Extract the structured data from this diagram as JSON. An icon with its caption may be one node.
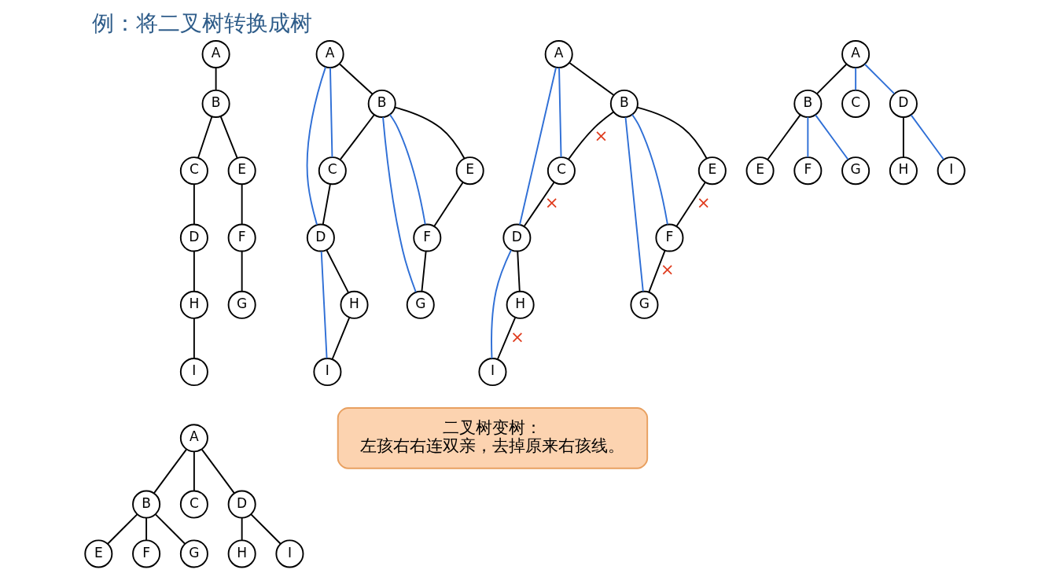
{
  "diagram": {
    "title": "例：将二叉树转换成树",
    "nodes": [
      {
        "text": [
          "A"
        ]
      },
      {
        "text": [
          "B"
        ]
      },
      {
        "text": [
          "C"
        ]
      },
      {
        "text": [
          "D"
        ]
      },
      {
        "text": [
          "E"
        ]
      },
      {
        "text": [
          "F"
        ]
      },
      {
        "text": [
          "G"
        ]
      },
      {
        "text": [
          "H"
        ]
      },
      {
        "text": [
          "I"
        ]
      },
      {
        "text": [
          "A"
        ]
      },
      {
        "text": [
          "B"
        ]
      },
      {
        "text": [
          "C"
        ]
      },
      {
        "text": [
          "D"
        ]
      },
      {
        "text": [
          "E"
        ]
      },
      {
        "text": [
          "F"
        ]
      },
      {
        "text": [
          "G"
        ]
      },
      {
        "text": [
          "H"
        ]
      },
      {
        "text": [
          "I"
        ]
      },
      {
        "text": [
          "A"
        ]
      },
      {
        "text": [
          "B"
        ]
      },
      {
        "text": [
          "C"
        ]
      },
      {
        "text": [
          "D"
        ]
      },
      {
        "text": [
          "E"
        ]
      },
      {
        "text": [
          "F"
        ]
      },
      {
        "text": [
          "G"
        ]
      },
      {
        "text": [
          "H"
        ]
      },
      {
        "text": [
          "I"
        ]
      },
      {
        "text": [
          "A"
        ]
      },
      {
        "text": [
          "B"
        ]
      },
      {
        "text": [
          "C"
        ]
      },
      {
        "text": [
          "D"
        ]
      },
      {
        "text": [
          "E"
        ]
      },
      {
        "text": [
          "F"
        ]
      },
      {
        "text": [
          "G"
        ]
      },
      {
        "text": [
          "H"
        ]
      },
      {
        "text": [
          "I"
        ]
      },
      {
        "text": [
          "A"
        ]
      },
      {
        "text": [
          "B"
        ]
      },
      {
        "text": [
          "C"
        ]
      },
      {
        "text": [
          "D"
        ]
      },
      {
        "text": [
          "E"
        ]
      },
      {
        "text": [
          "F"
        ]
      },
      {
        "text": [
          "G"
        ]
      },
      {
        "text": [
          "H"
        ]
      },
      {
        "text": [
          "I"
        ]
      },
      {
        "text": [
          "二叉树变树：",
          "左孩右右连双亲，去掉原来右孩线。"
        ]
      }
    ],
    "edges": [
      {
        "from": 0,
        "to": 1,
        "arrow": "none"
      },
      {
        "from": 1,
        "to": 4,
        "arrow": "none"
      },
      {
        "from": 1,
        "to": 2,
        "arrow": "none"
      },
      {
        "from": 4,
        "to": 5,
        "arrow": "none"
      },
      {
        "from": 5,
        "to": 6,
        "arrow": "none"
      },
      {
        "from": 2,
        "to": 3,
        "arrow": "none"
      },
      {
        "from": 3,
        "to": 7,
        "arrow": "none"
      },
      {
        "from": 7,
        "to": 8,
        "arrow": "none"
      },
      {
        "from": 9,
        "to": 10,
        "arrow": "none"
      },
      {
        "from": 10,
        "to": 13,
        "arrow": "none"
      },
      {
        "from": 10,
        "to": 11,
        "arrow": "none"
      },
      {
        "from": 13,
        "to": 14,
        "arrow": "none"
      },
      {
        "from": 14,
        "to": 15,
        "arrow": "none"
      },
      {
        "from": 11,
        "to": 12,
        "arrow": "none"
      },
      {
        "from": 12,
        "to": 16,
        "arrow": "none"
      },
      {
        "from": 16,
        "to": 17,
        "arrow": "none"
      },
      {
        "from": 9,
        "to": 11,
        "arrow": "none",
        "color": "#2f6fd6"
      },
      {
        "from": 9,
        "to": 12,
        "arrow": "none",
        "color": "#2f6fd6"
      },
      {
        "from": 12,
        "to": 17,
        "arrow": "none",
        "color": "#2f6fd6"
      },
      {
        "from": 10,
        "to": 14,
        "arrow": "none",
        "color": "#2f6fd6"
      },
      {
        "from": 10,
        "to": 15,
        "arrow": "none",
        "color": "#2f6fd6"
      },
      {
        "from": 18,
        "to": 19,
        "arrow": "none"
      },
      {
        "from": 19,
        "to": 22,
        "arrow": "none"
      },
      {
        "from": 19,
        "to": 20,
        "arrow": "none",
        "label": "×"
      },
      {
        "from": 22,
        "to": 23,
        "arrow": "none",
        "label": "×"
      },
      {
        "from": 23,
        "to": 24,
        "arrow": "none",
        "label": "×"
      },
      {
        "from": 20,
        "to": 21,
        "arrow": "none",
        "label": "×"
      },
      {
        "from": 21,
        "to": 25,
        "arrow": "none"
      },
      {
        "from": 25,
        "to": 26,
        "arrow": "none",
        "label": "×"
      },
      {
        "from": 18,
        "to": 20,
        "arrow": "none",
        "color": "#2f6fd6"
      },
      {
        "from": 18,
        "to": 21,
        "arrow": "none",
        "color": "#2f6fd6"
      },
      {
        "from": 21,
        "to": 26,
        "arrow": "none",
        "color": "#2f6fd6"
      },
      {
        "from": 19,
        "to": 23,
        "arrow": "none",
        "color": "#2f6fd6"
      },
      {
        "from": 19,
        "to": 24,
        "arrow": "none",
        "color": "#2f6fd6"
      },
      {
        "from": 27,
        "to": 28,
        "arrow": "none"
      },
      {
        "from": 28,
        "to": 31,
        "arrow": "none"
      },
      {
        "from": 27,
        "to": 29,
        "arrow": "none",
        "color": "#2f6fd6"
      },
      {
        "from": 27,
        "to": 30,
        "arrow": "none",
        "color": "#2f6fd6"
      },
      {
        "from": 28,
        "to": 32,
        "arrow": "none",
        "color": "#2f6fd6"
      },
      {
        "from": 28,
        "to": 33,
        "arrow": "none",
        "color": "#2f6fd6"
      },
      {
        "from": 30,
        "to": 34,
        "arrow": "none"
      },
      {
        "from": 30,
        "to": 35,
        "arrow": "none",
        "color": "#2f6fd6"
      },
      {
        "from": 36,
        "to": 37,
        "arrow": "none"
      },
      {
        "from": 36,
        "to": 38,
        "arrow": "none"
      },
      {
        "from": 36,
        "to": 39,
        "arrow": "none"
      },
      {
        "from": 37,
        "to": 40,
        "arrow": "none"
      },
      {
        "from": 37,
        "to": 41,
        "arrow": "none"
      },
      {
        "from": 37,
        "to": 42,
        "arrow": "none"
      },
      {
        "from": 39,
        "to": 43,
        "arrow": "none"
      },
      {
        "from": 39,
        "to": 44,
        "arrow": "none"
      }
    ]
  }
}
